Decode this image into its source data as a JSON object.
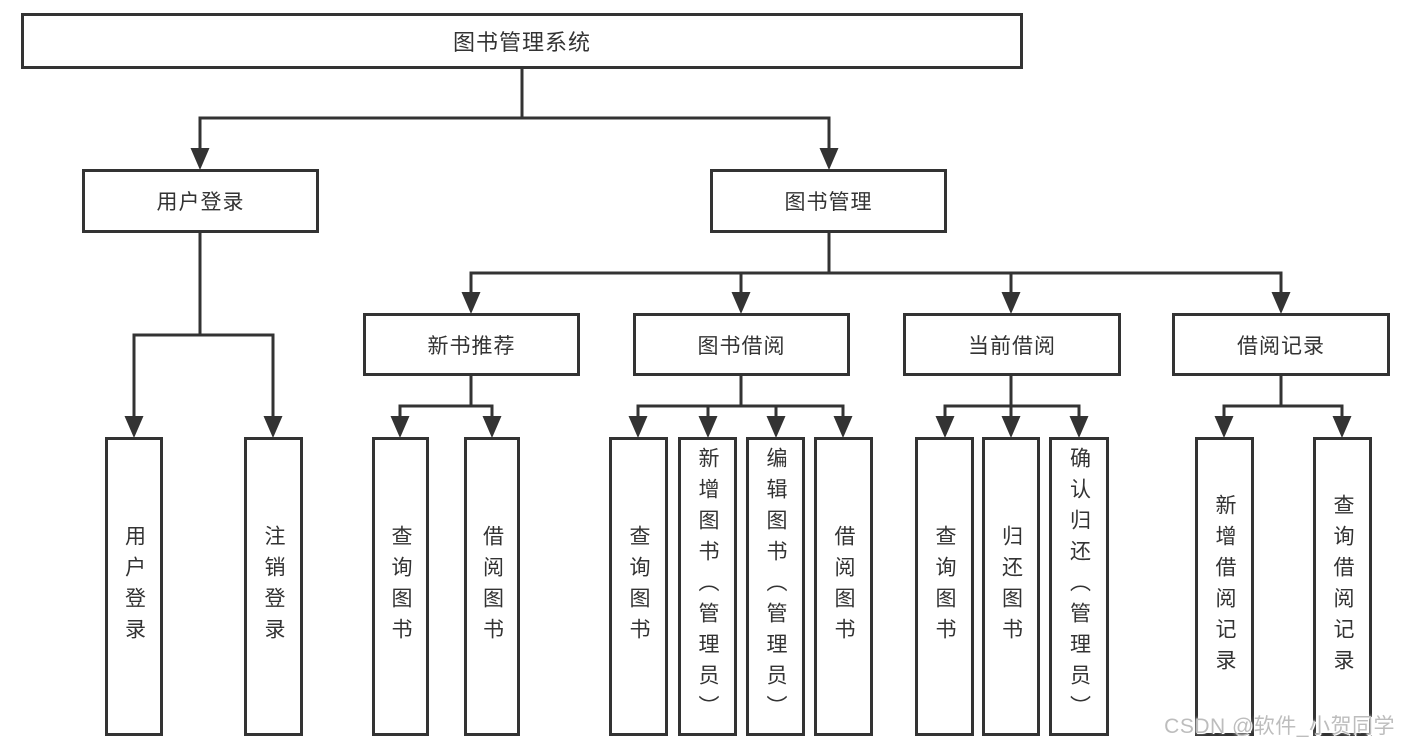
{
  "diagram": {
    "title": "图书管理系统",
    "nodes": {
      "root": "图书管理系统",
      "user_login": "用户登录",
      "book_mgmt": "图书管理",
      "new_book_rec": "新书推荐",
      "book_borrow": "图书借阅",
      "current_borrow": "当前借阅",
      "borrow_records": "借阅记录",
      "user_login_leaf": "用户登录",
      "logout": "注销登录",
      "nbr_query": "查询图书",
      "nbr_borrow": "借阅图书",
      "bb_query": "查询图书",
      "bb_add": "新增图书（管理员）",
      "bb_edit": "编辑图书（管理员）",
      "bb_borrow": "借阅图书",
      "cb_query": "查询图书",
      "cb_return": "归还图书",
      "cb_confirm": "确认归还（管理员）",
      "br_add": "新增借阅记录",
      "br_query": "查询借阅记录"
    },
    "hierarchy": {
      "root": [
        "user_login",
        "book_mgmt"
      ],
      "user_login": [
        "user_login_leaf",
        "logout"
      ],
      "book_mgmt": [
        "new_book_rec",
        "book_borrow",
        "current_borrow",
        "borrow_records"
      ],
      "new_book_rec": [
        "nbr_query",
        "nbr_borrow"
      ],
      "book_borrow": [
        "bb_query",
        "bb_add",
        "bb_edit",
        "bb_borrow"
      ],
      "current_borrow": [
        "cb_query",
        "cb_return",
        "cb_confirm"
      ],
      "borrow_records": [
        "br_add",
        "br_query"
      ]
    },
    "colors": {
      "line": "#333333",
      "box_border": "#333333",
      "text": "#333333",
      "background": "#ffffff",
      "watermark": "#bdbdbd"
    }
  },
  "watermark": "CSDN @软件_小贺同学"
}
